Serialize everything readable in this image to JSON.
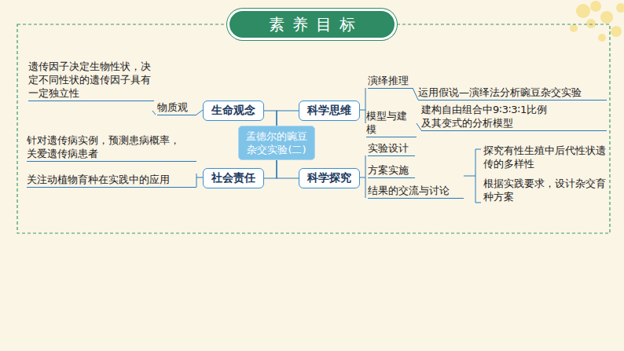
{
  "diagram": {
    "title": "素养目标",
    "nodes": [
      {
        "text": [
          "孟德尔的豌豆杂交实验(二)"
        ]
      },
      {
        "text": [
          "生命观念"
        ]
      },
      {
        "text": [
          "科学思维"
        ]
      },
      {
        "text": [
          "社会责任"
        ]
      },
      {
        "text": [
          "科学探究"
        ]
      }
    ],
    "edges": [
      {
        "from": 0,
        "to": 1,
        "arrow": "none"
      },
      {
        "from": 0,
        "to": 2,
        "arrow": "none"
      },
      {
        "from": 0,
        "to": 3,
        "arrow": "none"
      },
      {
        "from": 0,
        "to": 4,
        "arrow": "none"
      }
    ],
    "labels": [
      "遗传因子决定生物性状，决定不同性状的遗传因子具有一定独立性",
      "物质观",
      "针对遗传病实例，预测患病概率，关爱遗传病患者",
      "关注动植物育种在实践中的应用",
      "演绎推理",
      "运用假说—演绎法分析豌豆杂交实验",
      "模型与建模",
      "建构自由组合中9∶3∶3∶1比例及其变式的分析模型",
      "实验设计",
      "方案实施",
      "结果的交流与讨论",
      "探究有性生殖中后代性状遗传的多样性",
      "根据实践要求，设计杂交育种方案"
    ]
  }
}
